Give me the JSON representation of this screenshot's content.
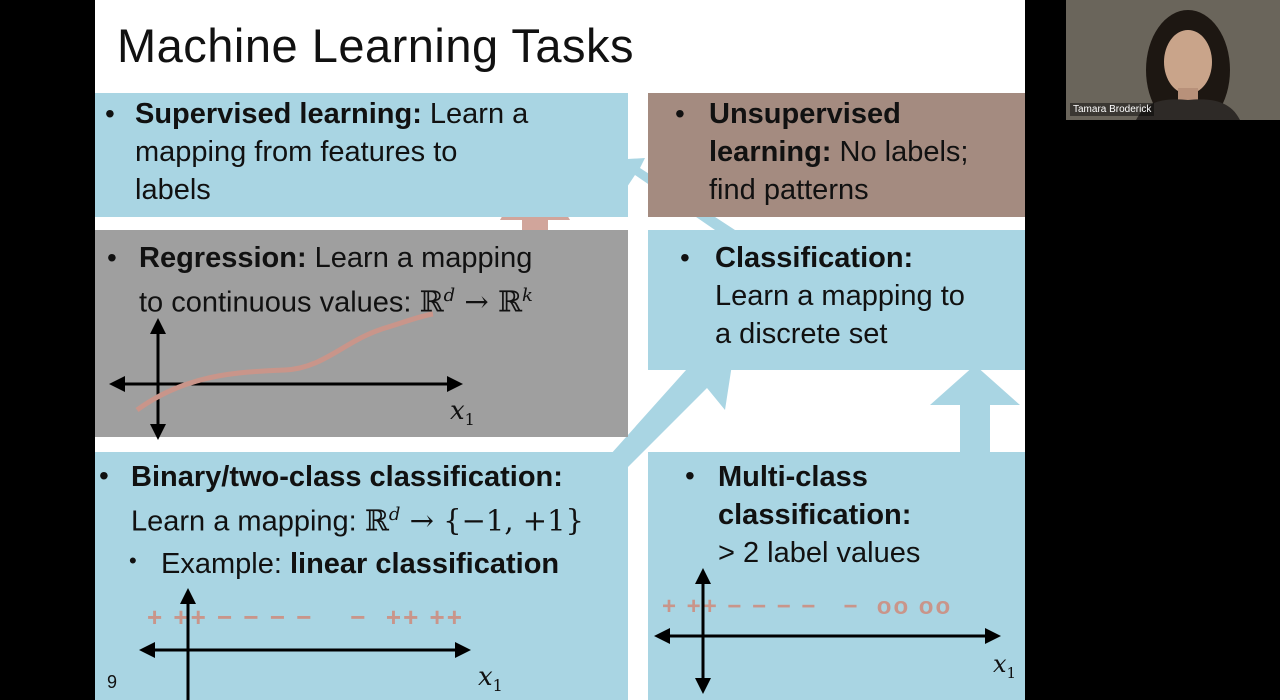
{
  "slide": {
    "title": "Machine Learning Tasks",
    "slide_number": "9",
    "supervised": {
      "bold": "Supervised learning:",
      "rest": " Learn a",
      "line2": "mapping from features to",
      "line3": "labels"
    },
    "unsupervised": {
      "bold1": "Unsupervised",
      "bold2": "learning:",
      "rest2": " No labels;",
      "line3": "find patterns"
    },
    "regression": {
      "bold": "Regression:",
      "rest": " Learn a mapping",
      "line2": "to continuous values: ",
      "math": "ℝ",
      "sup_d": "d",
      "arrow": " → ",
      "math2": "ℝ",
      "sup_k": "k",
      "axis_label": "x",
      "axis_sub": "1"
    },
    "classification": {
      "bold": "Classification:",
      "line2": "Learn a mapping to",
      "line3": "a discrete set"
    },
    "binary": {
      "bold": "Binary/two-class classification:",
      "line2_pre": "Learn a mapping: ",
      "math": "ℝ",
      "sup_d": "d",
      "arrow": " → {−1, +1}",
      "sub_bullet_pre": "Example: ",
      "sub_bullet_bold": "linear classification",
      "points": "+ ++ − − − −    −  ++ ++",
      "axis_label": "x",
      "axis_sub": "1"
    },
    "multiclass": {
      "bold1": "Multi-class",
      "bold2": "classification:",
      "line3": "> 2 label values",
      "points": "+ ++ − − − −   −  oo oo",
      "axis_label": "x",
      "axis_sub": "1"
    }
  },
  "webcam": {
    "name": "Tamara Broderick"
  },
  "colors": {
    "blue": "#a9d5e3",
    "brown": "#a48b80",
    "gray": "#9f9f9f",
    "curve": "#c9958a"
  }
}
